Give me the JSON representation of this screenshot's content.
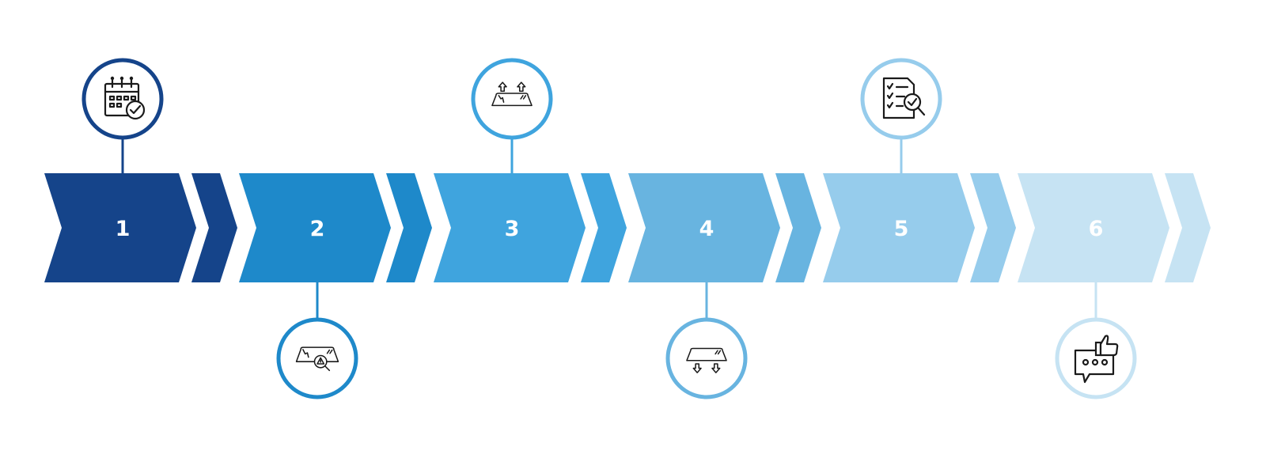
{
  "steps": [
    {
      "number": "1",
      "color": "#15448A",
      "icon": "calendar-check-icon",
      "icon_position": "top"
    },
    {
      "number": "2",
      "color": "#1E89CA",
      "icon": "cracked-windshield-inspection-icon",
      "icon_position": "bottom"
    },
    {
      "number": "3",
      "color": "#3FA4DE",
      "icon": "windshield-removal-icon",
      "icon_position": "top"
    },
    {
      "number": "4",
      "color": "#68B4E0",
      "icon": "windshield-installation-icon",
      "icon_position": "bottom"
    },
    {
      "number": "5",
      "color": "#96CCEC",
      "icon": "checklist-inspection-icon",
      "icon_position": "top"
    },
    {
      "number": "6",
      "color": "#C6E3F3",
      "icon": "thumbs-up-feedback-icon",
      "icon_position": "bottom"
    }
  ]
}
